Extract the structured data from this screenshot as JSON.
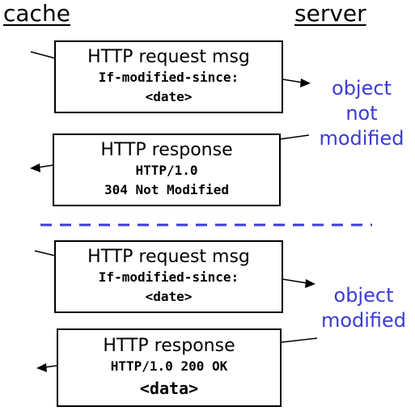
{
  "headers": {
    "cache": "cache",
    "server": "server"
  },
  "top": {
    "request": {
      "title": "HTTP request msg",
      "line1": "If-modified-since:",
      "line2": "<date>"
    },
    "note": {
      "line1": "object",
      "line2": "not",
      "line3": "modified"
    },
    "response": {
      "title": "HTTP response",
      "line1": "HTTP/1.0",
      "line2": "304 Not Modified"
    }
  },
  "bottom": {
    "request": {
      "title": "HTTP request msg",
      "line1": "If-modified-since:",
      "line2": "<date>"
    },
    "note": {
      "line1": "object",
      "line2": "modified"
    },
    "response": {
      "title": "HTTP response",
      "line1": "HTTP/1.0 200 OK",
      "line2": "<data>"
    }
  },
  "colors": {
    "note_text": "#3b3bd6",
    "divider": "#3b3bd6",
    "ink": "#000000"
  }
}
